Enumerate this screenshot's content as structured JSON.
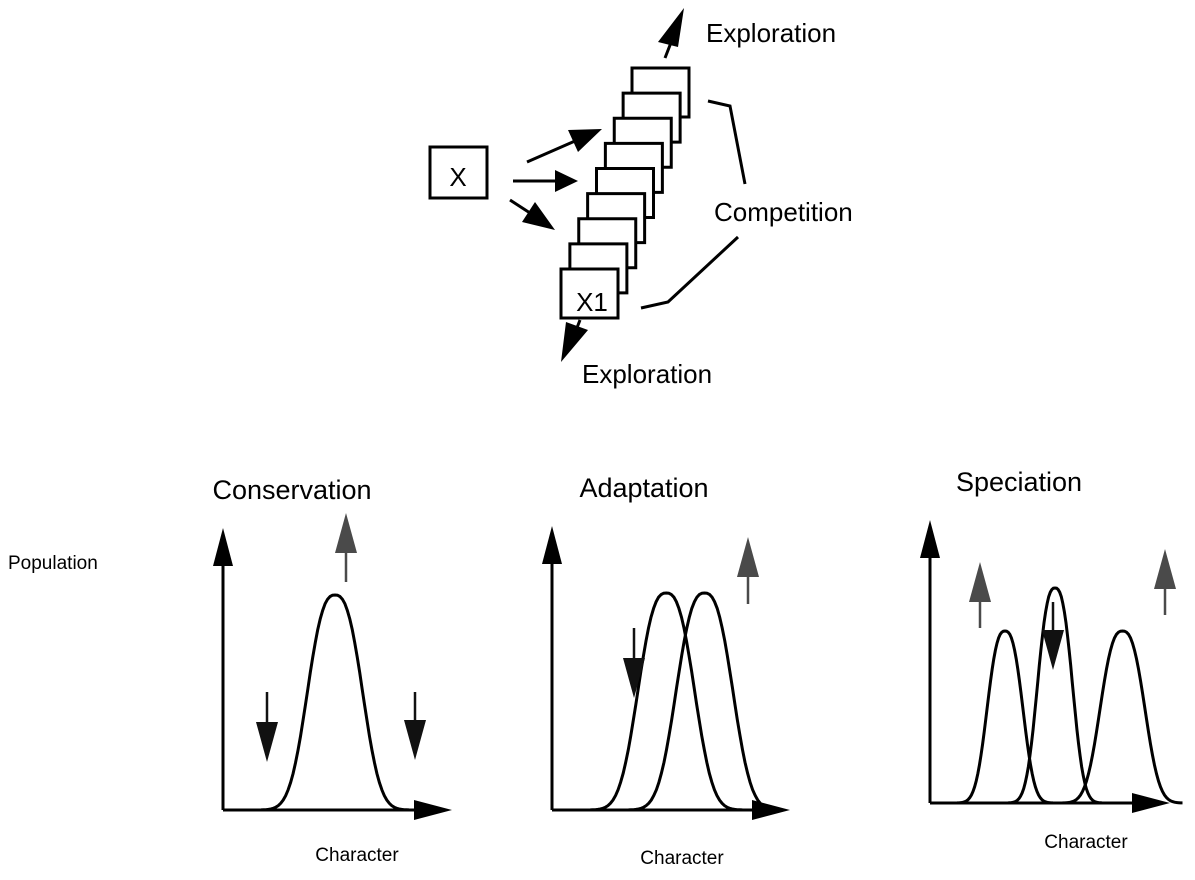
{
  "top_diagram": {
    "source_box_label": "X",
    "variant_box_label": "X1",
    "variant_count": 9,
    "exploration_top_label": "Exploration",
    "exploration_bottom_label": "Exploration",
    "competition_label": "Competition"
  },
  "y_axis_label": "Population",
  "colors": {
    "ink": "#000000",
    "increase_arrow": "#4a4a4a",
    "decrease_arrow": "#111111"
  },
  "panels": [
    {
      "title": "Conservation",
      "x_axis_label": "Character",
      "curves": [
        {
          "center": 0.5,
          "height": 1.0
        }
      ],
      "arrows": [
        {
          "direction": "up",
          "position": "peak",
          "color": "increase_arrow"
        },
        {
          "direction": "down",
          "position": "left-tail",
          "color": "decrease_arrow"
        },
        {
          "direction": "down",
          "position": "right-tail",
          "color": "decrease_arrow"
        }
      ]
    },
    {
      "title": "Adaptation",
      "x_axis_label": "Character",
      "curves": [
        {
          "center": 0.45,
          "height": 1.0
        },
        {
          "center": 0.62,
          "height": 1.0
        }
      ],
      "arrows": [
        {
          "direction": "down",
          "position": "left-flank",
          "color": "decrease_arrow"
        },
        {
          "direction": "up",
          "position": "right",
          "color": "increase_arrow"
        }
      ]
    },
    {
      "title": "Speciation",
      "x_axis_label": "Character",
      "curves": [
        {
          "center": 0.3,
          "height": 0.8
        },
        {
          "center": 0.5,
          "height": 1.0
        },
        {
          "center": 0.77,
          "height": 0.8
        }
      ],
      "arrows": [
        {
          "direction": "up",
          "position": "left",
          "color": "increase_arrow"
        },
        {
          "direction": "down",
          "position": "center-peak",
          "color": "decrease_arrow"
        },
        {
          "direction": "up",
          "position": "right",
          "color": "increase_arrow"
        }
      ]
    }
  ]
}
